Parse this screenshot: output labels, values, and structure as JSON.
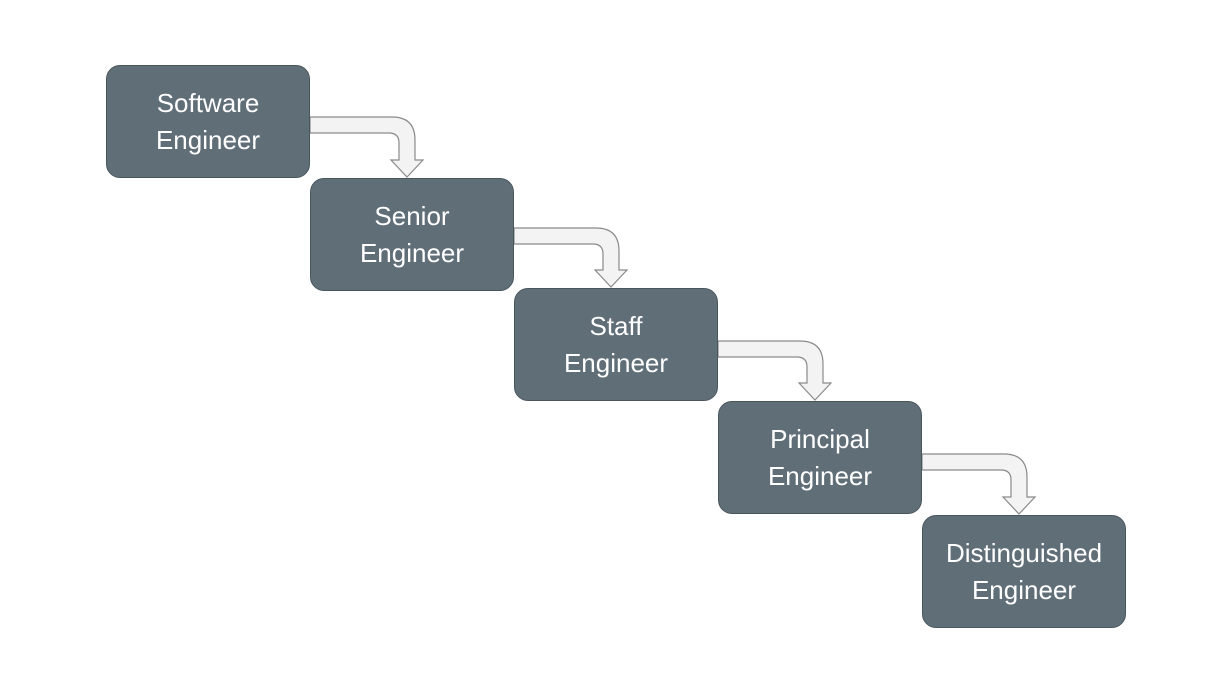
{
  "diagram": {
    "steps": [
      {
        "line1": "Software",
        "line2": "Engineer"
      },
      {
        "line1": "Senior",
        "line2": "Engineer"
      },
      {
        "line1": "Staff",
        "line2": "Engineer"
      },
      {
        "line1": "Principal",
        "line2": "Engineer"
      },
      {
        "line1": "Distinguished",
        "line2": "Engineer"
      }
    ],
    "colors": {
      "box_fill": "#606e78",
      "box_text": "#ffffff",
      "arrow_fill": "#f3f3f3",
      "arrow_stroke": "#8a8a8a"
    }
  }
}
